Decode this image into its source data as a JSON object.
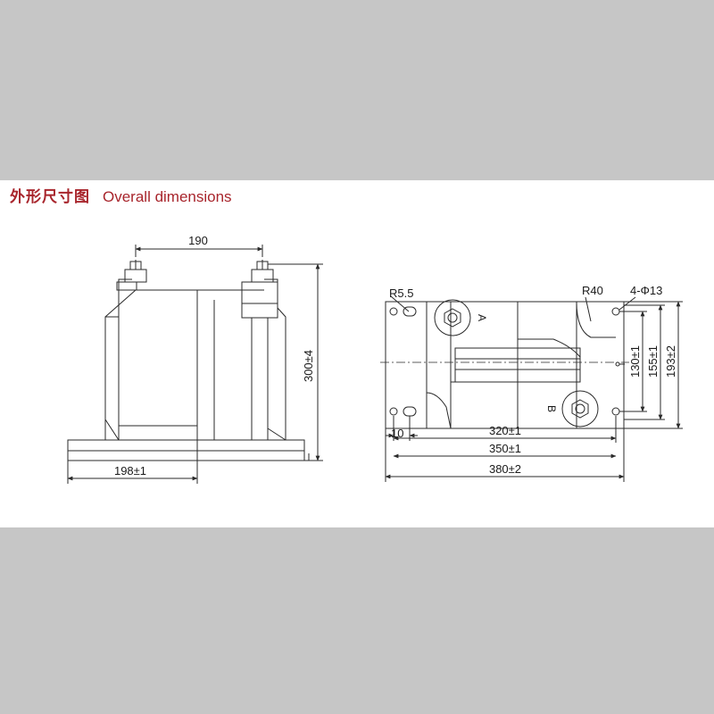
{
  "heading": {
    "cn": "外形尺寸图",
    "en": "Overall dimensions",
    "color": "#a8252c"
  },
  "side_view": {
    "dims": {
      "top_span": "190",
      "height": "300±4",
      "base_width": "198±1"
    }
  },
  "top_view": {
    "dims": {
      "hole_radius": "R5.5",
      "corner_radius": "R40",
      "holes": "4-Φ13",
      "slot_offset": "10",
      "length_320": "320±1",
      "length_350": "350±1",
      "length_380": "380±2",
      "width_130": "130±1",
      "width_155": "155±1",
      "width_193": "193±2"
    },
    "terminals": {
      "a": "A",
      "b": "B"
    }
  },
  "colors": {
    "page_bg": "#c6c6c6",
    "panel_bg": "#ffffff",
    "line": "#2a2a2a"
  }
}
